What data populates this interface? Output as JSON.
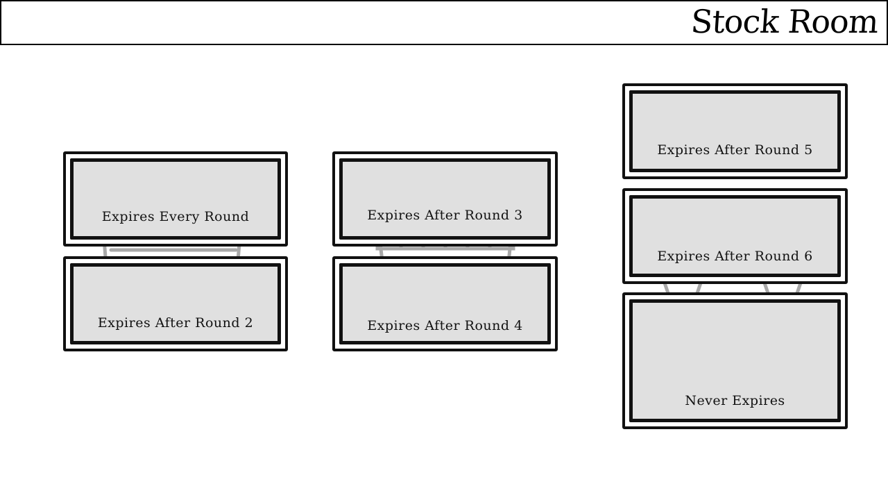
{
  "header": {
    "title": "Stock Room"
  },
  "bins": [
    {
      "id": "every-round",
      "label": "Expires Every Round"
    },
    {
      "id": "round-2",
      "label": "Expires After Round 2"
    },
    {
      "id": "round-3",
      "label": "Expires After Round 3"
    },
    {
      "id": "round-4",
      "label": "Expires After Round 4"
    },
    {
      "id": "round-5",
      "label": "Expires After Round 5"
    },
    {
      "id": "round-6",
      "label": "Expires After Round 6"
    },
    {
      "id": "never",
      "label": "Never Expires"
    }
  ],
  "colors": {
    "bin_fill": "#e0e0e0",
    "outline": "#111111",
    "sketch": "#a8a8a8"
  }
}
